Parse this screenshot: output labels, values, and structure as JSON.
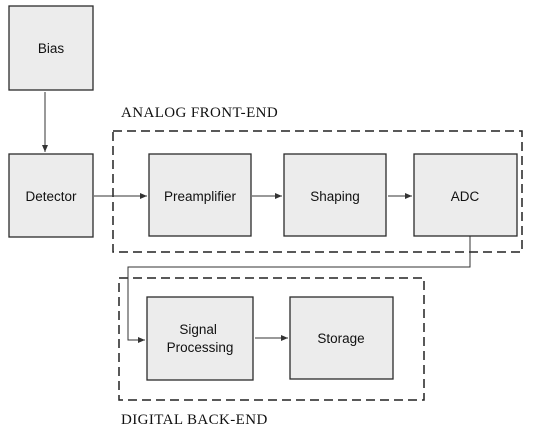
{
  "diagram": {
    "blocks": {
      "bias": {
        "lines": [
          "Bias"
        ]
      },
      "detector": {
        "lines": [
          "Detector"
        ]
      },
      "preamplifier": {
        "lines": [
          "Preamplifier"
        ]
      },
      "shaping": {
        "lines": [
          "Shaping"
        ]
      },
      "adc": {
        "lines": [
          "ADC"
        ]
      },
      "signal_processing": {
        "lines": [
          "Signal",
          "Processing"
        ]
      },
      "storage": {
        "lines": [
          "Storage"
        ]
      }
    },
    "groups": {
      "analog": {
        "label": "ANALOG FRONT-END"
      },
      "digital": {
        "label": "DIGITAL BACK-END"
      }
    },
    "connections": [
      {
        "from": "Bias",
        "to": "Detector"
      },
      {
        "from": "Detector",
        "to": "Preamplifier"
      },
      {
        "from": "Preamplifier",
        "to": "Shaping"
      },
      {
        "from": "Shaping",
        "to": "ADC"
      },
      {
        "from": "ADC",
        "to": "Signal Processing"
      },
      {
        "from": "Signal Processing",
        "to": "Storage"
      }
    ]
  }
}
